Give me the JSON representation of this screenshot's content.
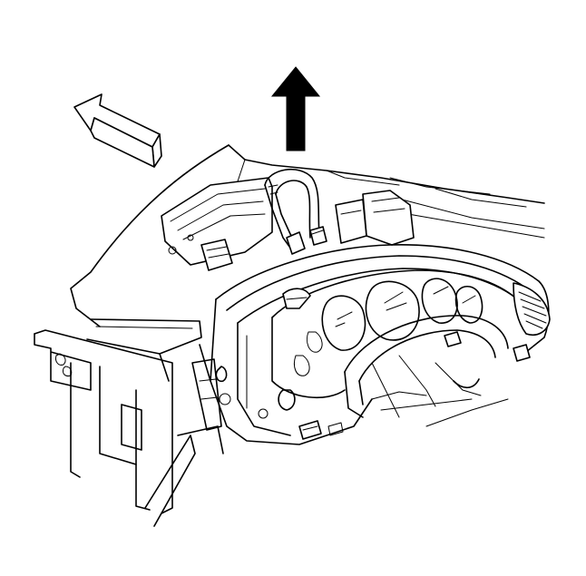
{
  "figure": {
    "background": "#ffffff",
    "line_color": "#000000",
    "arrows": [
      {
        "name": "forward-direction-arrow",
        "style": "outlined",
        "direction": "up-left"
      },
      {
        "name": "upward-removal-arrow",
        "style": "solid",
        "direction": "up"
      }
    ],
    "components": [
      "instrument-panel-carrier",
      "instrument-cluster",
      "wiring-harness-loop",
      "electrical-connector",
      "gauge-openings",
      "side-air-vent",
      "steering-column-opening",
      "left-side-panel"
    ]
  }
}
